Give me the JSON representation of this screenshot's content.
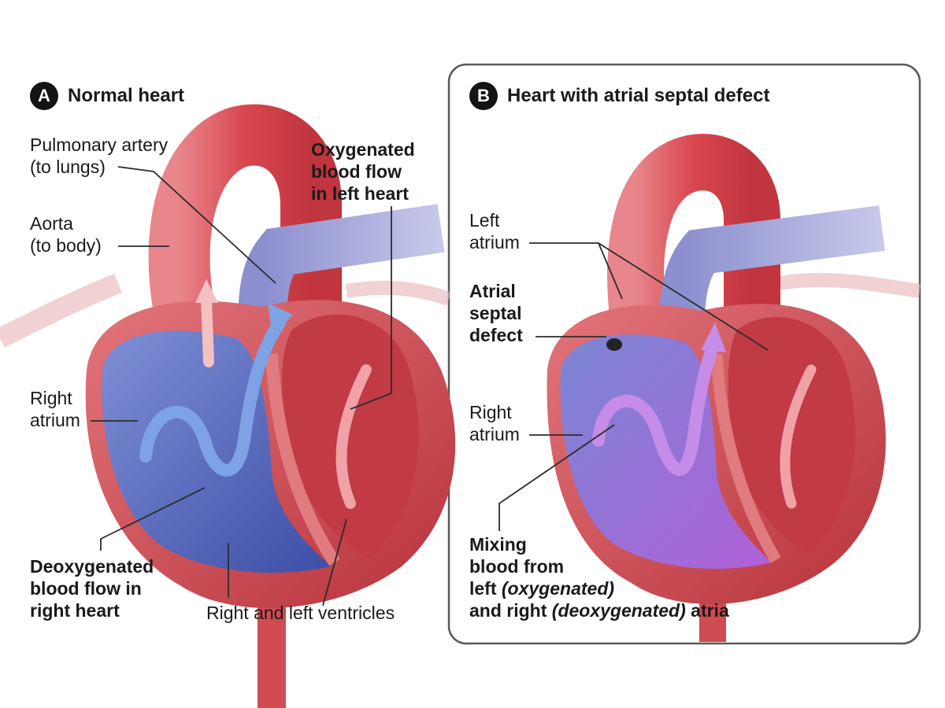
{
  "panel_a": {
    "badge": "A",
    "title": "Normal heart",
    "labels": {
      "pulmonary_artery_1": "Pulmonary artery",
      "pulmonary_artery_2": "(to lungs)",
      "aorta_1": "Aorta",
      "aorta_2": "(to body)",
      "oxygenated_1": "Oxygenated",
      "oxygenated_2": "blood flow",
      "oxygenated_3": "in left heart",
      "right_atrium_1": "Right",
      "right_atrium_2": "atrium",
      "deoxygenated_1": "Deoxygenated",
      "deoxygenated_2": "blood flow in",
      "deoxygenated_3": "right heart",
      "ventricles": "Right and left ventricles"
    }
  },
  "panel_b": {
    "badge": "B",
    "title": "Heart with atrial septal defect",
    "labels": {
      "left_atrium_1": "Left",
      "left_atrium_2": "atrium",
      "asd_1": "Atrial",
      "asd_2": "septal",
      "asd_3": "defect",
      "right_atrium_1": "Right",
      "right_atrium_2": "atrium",
      "mixing_1": "Mixing",
      "mixing_2": "blood from",
      "mixing_3a": "left ",
      "mixing_3b": "(oxygenated)",
      "mixing_4a": "and right ",
      "mixing_4b": "(deoxygenated)",
      "mixing_4c": " atria"
    }
  },
  "colors": {
    "oxygenated": "#d9464f",
    "deoxygenated": "#4d62b8",
    "mixed": "#9b5fcf",
    "muscle": "#c9494f",
    "panel_border": "#5a5a5a"
  }
}
